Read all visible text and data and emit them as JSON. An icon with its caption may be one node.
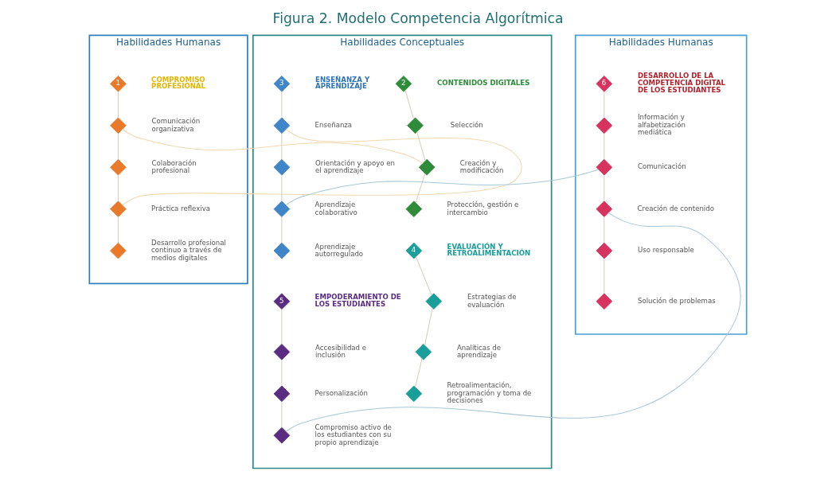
{
  "diagram": {
    "title": "Figura 2. Modelo Competencia Algorítmica",
    "nodes": [
      {
        "text": [
          "Habilidades Humanas"
        ]
      },
      {
        "text": [
          "1"
        ],
        "beside": [
          "COMPROMISO PROFESIONAL"
        ],
        "in": 0
      },
      {
        "text": [],
        "shape": "diamond",
        "beside": [
          "Comunicación organizativa"
        ],
        "in": 0
      },
      {
        "text": [],
        "shape": "diamond",
        "beside": [
          "Colaboración profesional"
        ],
        "in": 0
      },
      {
        "text": [],
        "shape": "diamond",
        "beside": [
          "Práctica reflexiva"
        ],
        "in": 0
      },
      {
        "text": [],
        "shape": "diamond",
        "beside": [
          "Desarrollo profesional continuo a través de medios digitales"
        ],
        "in": 0
      },
      {
        "text": [
          "Habilidades Conceptuales"
        ]
      },
      {
        "text": [
          "2"
        ],
        "beside": [
          "CONTENIDOS DIGITALES"
        ],
        "in": 6
      },
      {
        "text": [],
        "shape": "diamond",
        "beside": [
          "Selección"
        ],
        "in": 6
      },
      {
        "text": [],
        "shape": "diamond",
        "beside": [
          "Creación y modificación"
        ],
        "in": 6
      },
      {
        "text": [],
        "shape": "diamond",
        "beside": [
          "Protección, gestión e intercambio"
        ],
        "in": 6
      },
      {
        "text": [
          "3"
        ],
        "beside": [
          "ENSEÑANZA Y APRENDIZAJE"
        ],
        "in": 6
      },
      {
        "text": [],
        "shape": "diamond",
        "beside": [
          "Enseñanza"
        ],
        "in": 6
      },
      {
        "text": [],
        "shape": "diamond",
        "beside": [
          "Orientación y apoyo en el aprendizaje"
        ],
        "in": 6
      },
      {
        "text": [],
        "shape": "diamond",
        "beside": [
          "Aprendizaje colaborativo"
        ],
        "in": 6
      },
      {
        "text": [],
        "shape": "diamond",
        "beside": [
          "Aprendizaje autorregulado"
        ],
        "in": 6
      },
      {
        "text": [
          "4"
        ],
        "beside": [
          "EVALUACIÓN Y RETROALIMENTACIÓN"
        ],
        "in": 6
      },
      {
        "text": [],
        "shape": "diamond",
        "beside": [
          "Estrategias de evaluación"
        ],
        "in": 6
      },
      {
        "text": [],
        "shape": "diamond",
        "beside": [
          "Analíticas de aprendizaje"
        ],
        "in": 6
      },
      {
        "text": [],
        "shape": "diamond",
        "beside": [
          "Retroalimentación, programación y toma de decisiones"
        ],
        "in": 6
      },
      {
        "text": [
          "5"
        ],
        "beside": [
          "EMPODERAMIENTO DE LOS ESTUDIANTES"
        ],
        "in": 6
      },
      {
        "text": [],
        "shape": "diamond",
        "beside": [
          "Accesibilidad e inclusión"
        ],
        "in": 6
      },
      {
        "text": [],
        "shape": "diamond",
        "beside": [
          "Personalización"
        ],
        "in": 6
      },
      {
        "text": [],
        "shape": "diamond",
        "beside": [
          "Compromiso activo de los estudiantes con su propio aprendizaje"
        ],
        "in": 6
      },
      {
        "text": [
          "Habilidades Humanas"
        ]
      },
      {
        "text": [
          "6"
        ],
        "beside": [
          "DESARROLLO DE LA COMPETENCIA DIGITAL DE LOS ESTUDIANTES"
        ],
        "in": 24
      },
      {
        "text": [],
        "shape": "diamond",
        "beside": [
          "Información y alfabetización mediática"
        ],
        "in": 24
      },
      {
        "text": [],
        "shape": "diamond",
        "beside": [
          "Comunicación"
        ],
        "in": 24
      },
      {
        "text": [],
        "shape": "diamond",
        "beside": [
          "Creación de contenido"
        ],
        "in": 24
      },
      {
        "text": [],
        "shape": "diamond",
        "beside": [
          "Uso responsable"
        ],
        "in": 24
      },
      {
        "text": [],
        "shape": "diamond",
        "beside": [
          "Solución de problemas"
        ],
        "in": 24
      }
    ],
    "edges": [
      {
        "from": 1,
        "to": 2,
        "arrow": "none"
      },
      {
        "from": 2,
        "to": 3,
        "arrow": "none"
      },
      {
        "from": 3,
        "to": 4,
        "arrow": "none"
      },
      {
        "from": 4,
        "to": 5,
        "arrow": "none"
      },
      {
        "from": 7,
        "to": 8,
        "arrow": "none"
      },
      {
        "from": 8,
        "to": 9,
        "arrow": "none"
      },
      {
        "from": 9,
        "to": 10,
        "arrow": "none"
      },
      {
        "from": 11,
        "to": 12,
        "arrow": "none"
      },
      {
        "from": 12,
        "to": 13,
        "arrow": "none"
      },
      {
        "from": 13,
        "to": 14,
        "arrow": "none"
      },
      {
        "from": 14,
        "to": 15,
        "arrow": "none"
      },
      {
        "from": 16,
        "to": 17,
        "arrow": "none"
      },
      {
        "from": 17,
        "to": 18,
        "arrow": "none"
      },
      {
        "from": 18,
        "to": 19,
        "arrow": "none"
      },
      {
        "from": 20,
        "to": 21,
        "arrow": "none"
      },
      {
        "from": 21,
        "to": 22,
        "arrow": "none"
      },
      {
        "from": 22,
        "to": 23,
        "arrow": "none"
      },
      {
        "from": 25,
        "to": 26,
        "arrow": "none"
      },
      {
        "from": 26,
        "to": 27,
        "arrow": "none"
      },
      {
        "from": 27,
        "to": 28,
        "arrow": "none"
      },
      {
        "from": 28,
        "to": 29,
        "arrow": "none"
      },
      {
        "from": 29,
        "to": 30,
        "arrow": "none"
      },
      {
        "from": 2,
        "to": 9,
        "arrow": "none",
        "color": "#f0d9b0"
      },
      {
        "from": 4,
        "to": 12,
        "arrow": "none",
        "color": "#f0d9b0"
      },
      {
        "from": 14,
        "to": 27,
        "arrow": "none",
        "color": "#a8c8d8"
      },
      {
        "from": 23,
        "to": 28,
        "arrow": "none",
        "color": "#a8c8d8"
      }
    ]
  }
}
